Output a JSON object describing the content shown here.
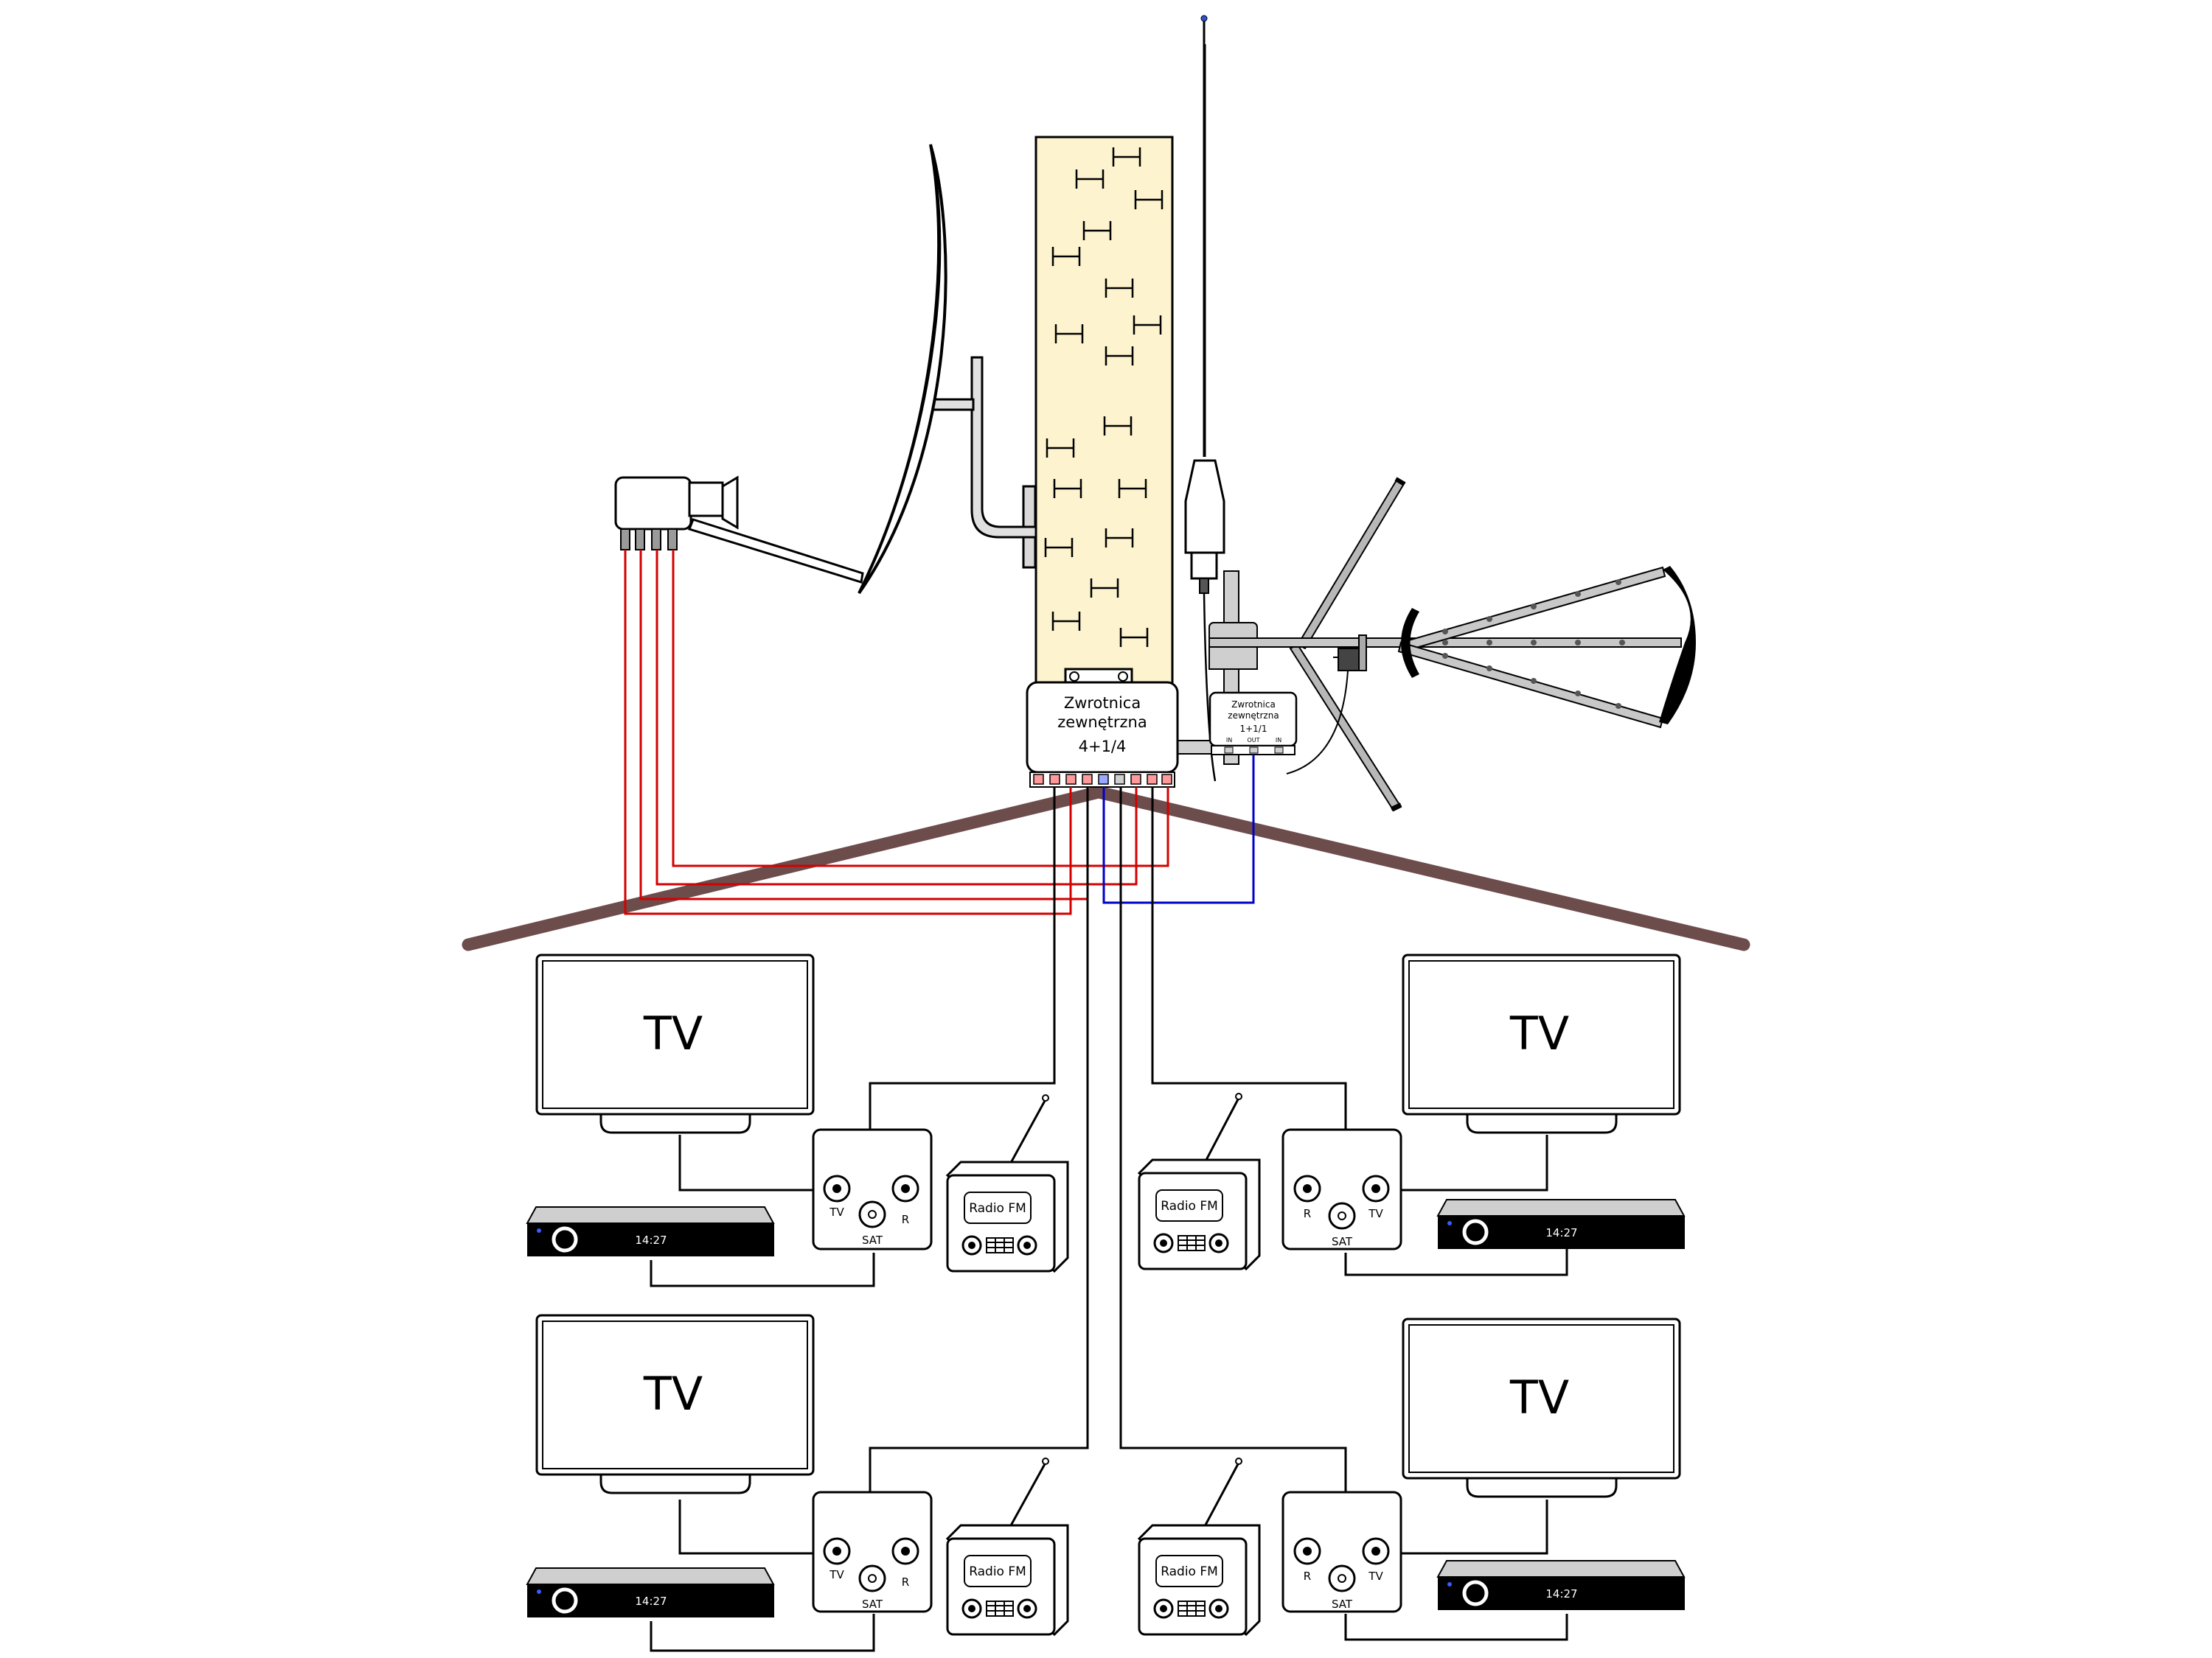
{
  "switch_main": {
    "line1": "Zwrotnica",
    "line2": "zewnętrzna",
    "line3": "4+1/4"
  },
  "switch_small": {
    "line1": "Zwrotnica",
    "line2": "zewnętrzna",
    "line3": "1+1/1",
    "port_in_left": "IN",
    "port_out": "OUT",
    "port_in_right": "IN"
  },
  "tv_label": "TV",
  "radio_label": "Radio FM",
  "receiver_time": "14:27",
  "socket_labels": {
    "tv": "TV",
    "r": "R",
    "sat": "SAT"
  },
  "colors": {
    "sat_cable": "#d40000",
    "terrestrial_cable": "#0000c8",
    "roof": "#6d4c4c",
    "wall": "#fdf3cf"
  }
}
